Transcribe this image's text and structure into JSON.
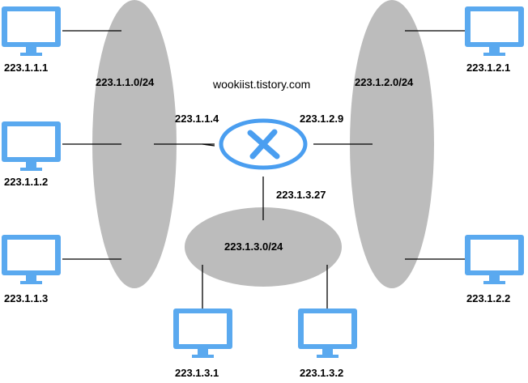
{
  "watermark": "wookiist.tistory.com",
  "router": {
    "icon": "router-x-icon",
    "interface_labels": [
      "223.1.1.4",
      "223.1.2.9",
      "223.1.3.27"
    ]
  },
  "subnets": [
    {
      "label": "223.1.1.0/24"
    },
    {
      "label": "223.1.2.0/24"
    },
    {
      "label": "223.1.3.0/24"
    }
  ],
  "hosts": [
    {
      "label": "223.1.1.1",
      "icon": "computer-monitor-icon"
    },
    {
      "label": "223.1.1.2",
      "icon": "computer-monitor-icon"
    },
    {
      "label": "223.1.1.3",
      "icon": "computer-monitor-icon"
    },
    {
      "label": "223.1.2.1",
      "icon": "computer-monitor-icon"
    },
    {
      "label": "223.1.2.2",
      "icon": "computer-monitor-icon"
    },
    {
      "label": "223.1.3.1",
      "icon": "computer-monitor-icon"
    },
    {
      "label": "223.1.3.2",
      "icon": "computer-monitor-icon"
    }
  ],
  "colors": {
    "subnet_fill": "#bcbcbc",
    "monitor_blue": "#5aa9ef",
    "router_blue": "#4a9ef0",
    "line": "#000000"
  }
}
